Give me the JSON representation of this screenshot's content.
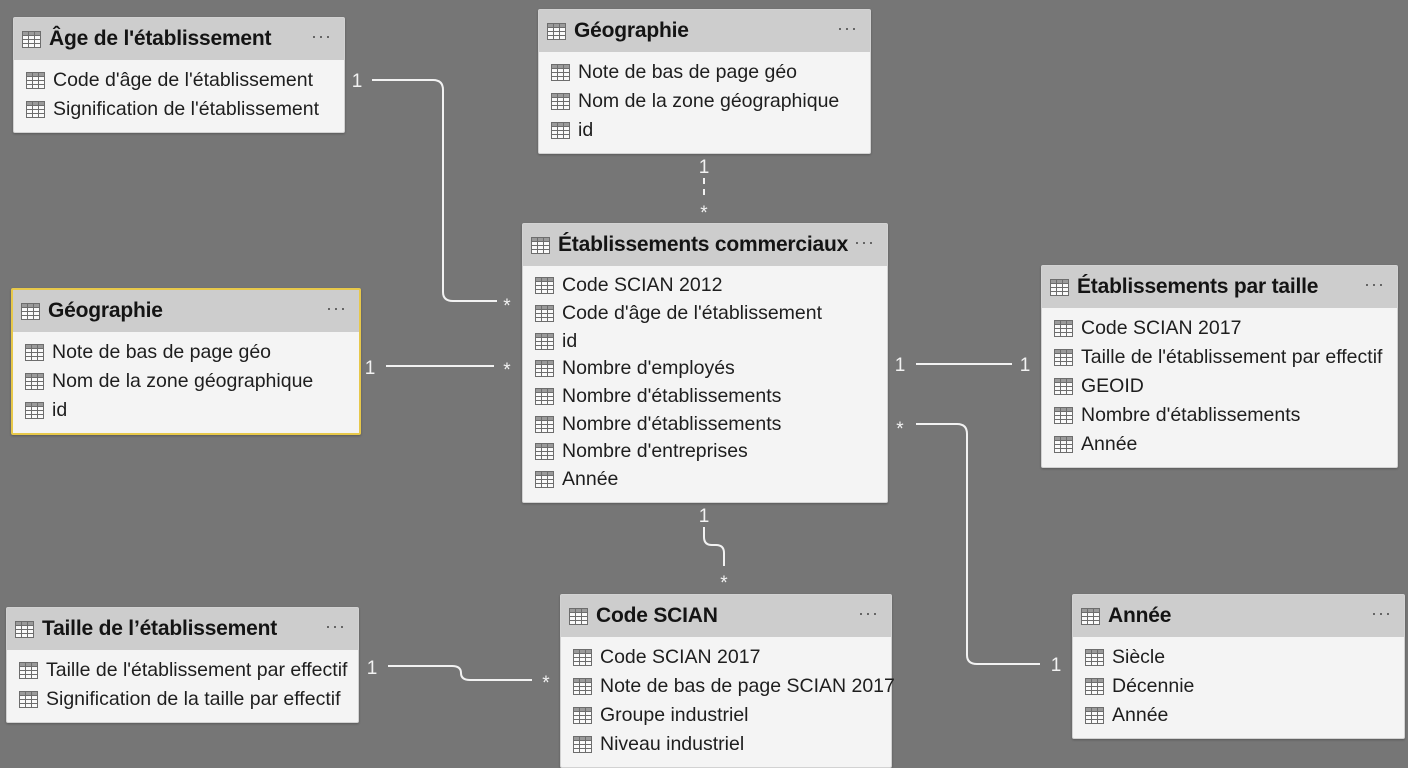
{
  "tables": [
    {
      "key": "age",
      "title": "Âge de l'établissement",
      "icon": "table-icon",
      "more_icon": "···",
      "fields": [
        "Code d'âge de l'établissement",
        "Signification de l'établissement"
      ]
    },
    {
      "key": "geo_top",
      "title": "Géographie",
      "icon": "table-icon",
      "more_icon": "···",
      "fields": [
        "Note de bas de page géo",
        "Nom de la zone géographique",
        "id"
      ]
    },
    {
      "key": "geo_left",
      "title": "Géographie",
      "icon": "table-icon",
      "more_icon": "···",
      "selected": true,
      "fields": [
        "Note de bas de page géo",
        "Nom de la zone géographique",
        "id"
      ]
    },
    {
      "key": "etab",
      "title": "Établissements commerciaux",
      "icon": "table-icon",
      "more_icon": "···",
      "fields": [
        "Code SCIAN 2012",
        "Code d'âge de l'établissement",
        "id",
        "Nombre d'employés",
        "Nombre d'établissements",
        "Nombre d'établissements",
        "Nombre d'entreprises",
        "Année"
      ]
    },
    {
      "key": "taille_etab",
      "title": "Établissements par taille",
      "icon": "table-icon",
      "more_icon": "···",
      "fields": [
        "Code SCIAN 2017",
        "Taille de l'établissement par effectif",
        "GEOID",
        "Nombre d'établissements",
        "Année"
      ]
    },
    {
      "key": "taille",
      "title": "Taille de l’établissement",
      "icon": "table-icon",
      "more_icon": "···",
      "fields": [
        "Taille de l'établissement par effectif",
        "Signification de la taille par effectif"
      ]
    },
    {
      "key": "scian",
      "title": "Code SCIAN",
      "icon": "table-icon",
      "more_icon": "···",
      "fields": [
        "Code SCIAN 2017",
        "Note de bas de page SCIAN 2017",
        "Groupe industriel",
        "Niveau industriel"
      ]
    },
    {
      "key": "annee",
      "title": "Année",
      "icon": "table-icon",
      "more_icon": "···",
      "fields": [
        "Siècle",
        "Décennie",
        "Année"
      ]
    }
  ],
  "relationships": [
    {
      "from": "age",
      "to": "etab",
      "from_card": "1",
      "to_card": "*"
    },
    {
      "from": "geo_top",
      "to": "etab",
      "from_card": "1",
      "to_card": "*",
      "style": "dashed"
    },
    {
      "from": "geo_left",
      "to": "etab",
      "from_card": "1",
      "to_card": "*"
    },
    {
      "from": "etab",
      "to": "taille_etab",
      "from_card": "1",
      "to_card": "1"
    },
    {
      "from": "etab",
      "to": "annee",
      "from_card": "*",
      "to_card": "1"
    },
    {
      "from": "etab",
      "to": "scian",
      "from_card": "1",
      "to_card": "*"
    },
    {
      "from": "taille",
      "to": "scian",
      "from_card": "1",
      "to_card": "*"
    }
  ],
  "colors": {
    "canvas": "#767676",
    "header": "#cdcdcd",
    "card": "#f4f4f4",
    "selected_border": "#e7c84a",
    "line": "#f2f2f2"
  }
}
